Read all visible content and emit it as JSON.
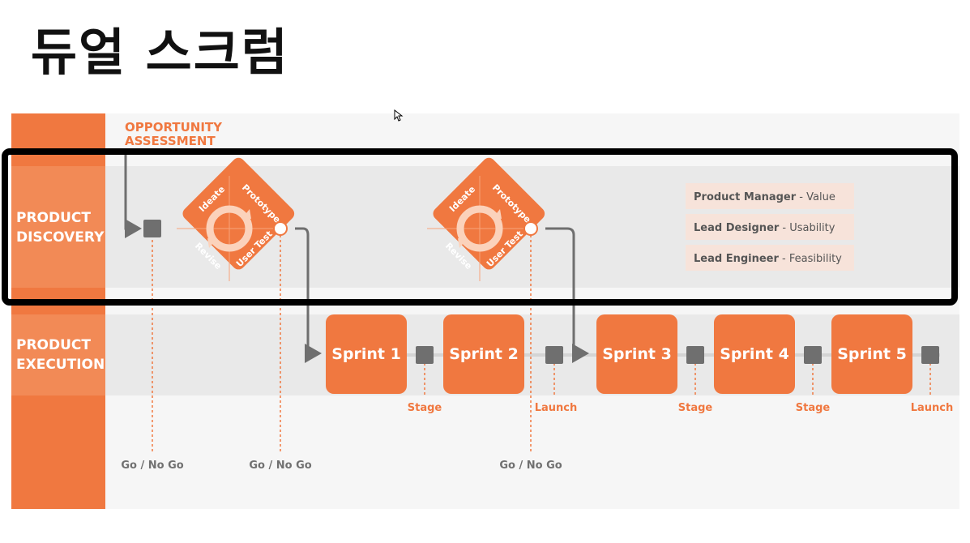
{
  "title": "듀얼 스크럼",
  "colors": {
    "accent": "#f07840",
    "box_gray": "#6f6f6f",
    "dotted": "#f07840",
    "stage_label": "#f07840",
    "gate_label": "#707070"
  },
  "opportunity": [
    "OPPORTUNITY",
    "ASSESSMENT"
  ],
  "lanes": {
    "discovery": [
      "PRODUCT",
      "DISCOVERY"
    ],
    "execution": [
      "PRODUCT",
      "EXECUTION"
    ]
  },
  "cycle_labels": {
    "ideate": "Ideate",
    "prototype": "Prototype",
    "revise": "Revise",
    "user_test": "User Test"
  },
  "roles": [
    {
      "role": "Product Manager",
      "sep": " - ",
      "value": "Value"
    },
    {
      "role": "Lead Designer",
      "sep": " - ",
      "value": "Usability"
    },
    {
      "role": "Lead Engineer",
      "sep": " - ",
      "value": "Feasibility"
    }
  ],
  "sprints": [
    "Sprint 1",
    "Sprint 2",
    "Sprint 3",
    "Sprint 4",
    "Sprint 5"
  ],
  "milestones": [
    "Stage",
    "Launch",
    "Stage",
    "Stage",
    "Launch"
  ],
  "gates": [
    "Go / No Go",
    "Go / No Go",
    "Go / No Go"
  ]
}
